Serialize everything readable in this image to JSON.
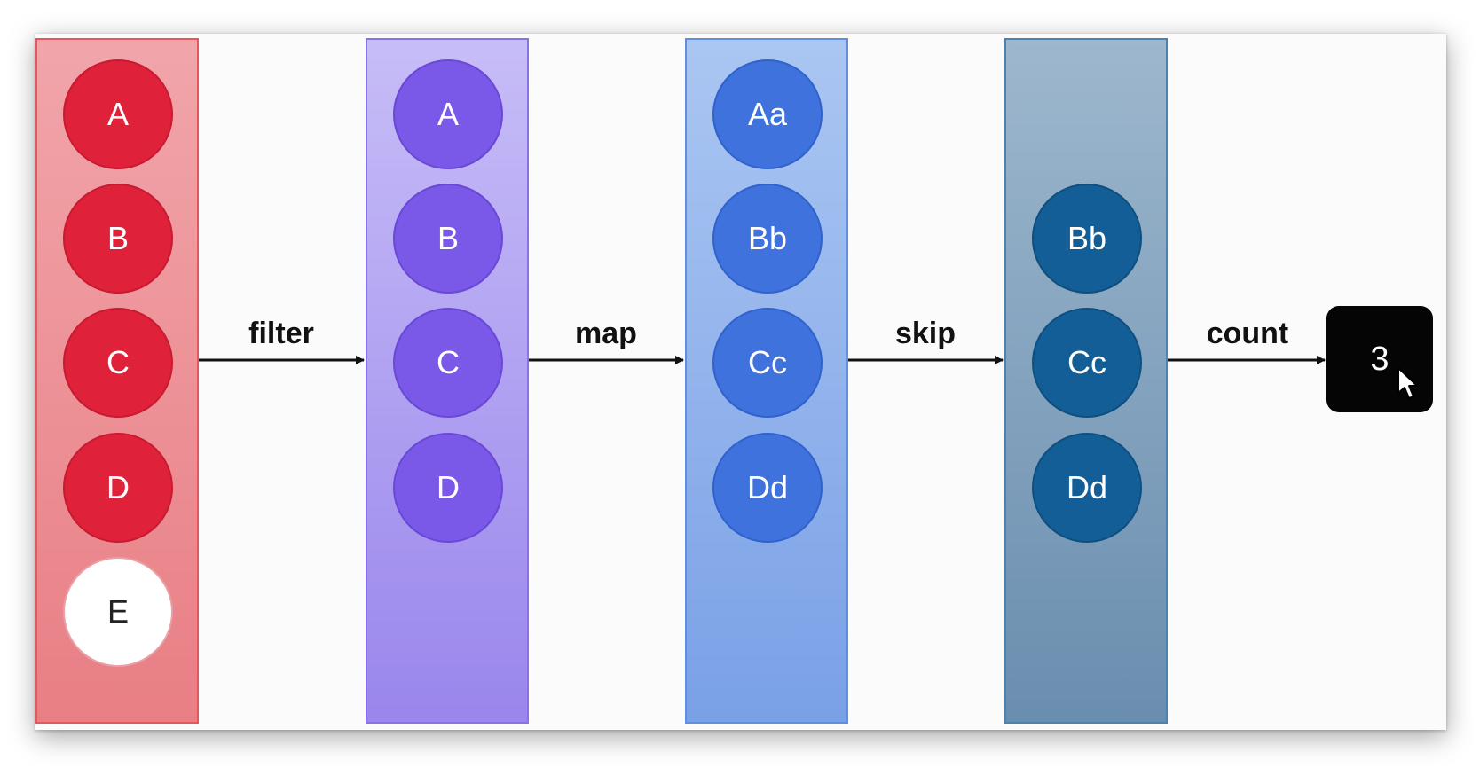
{
  "source": {
    "items": [
      "A",
      "B",
      "C",
      "D",
      "E"
    ]
  },
  "filtered": {
    "operation": "filter",
    "items": [
      "A",
      "B",
      "C",
      "D"
    ]
  },
  "mapped": {
    "operation": "map",
    "items": [
      "Aa",
      "Bb",
      "Cc",
      "Dd"
    ]
  },
  "skipped": {
    "operation": "skip",
    "items": [
      "Bb",
      "Cc",
      "Dd"
    ]
  },
  "result": {
    "operation": "count",
    "value": "3"
  },
  "colors": {
    "source": "#e0213a",
    "filtered": "#7a58e8",
    "mapped": "#3f72dd",
    "skipped": "#135e96",
    "result": "#050505"
  },
  "icons": {
    "cursor": "mouse-pointer-icon"
  }
}
